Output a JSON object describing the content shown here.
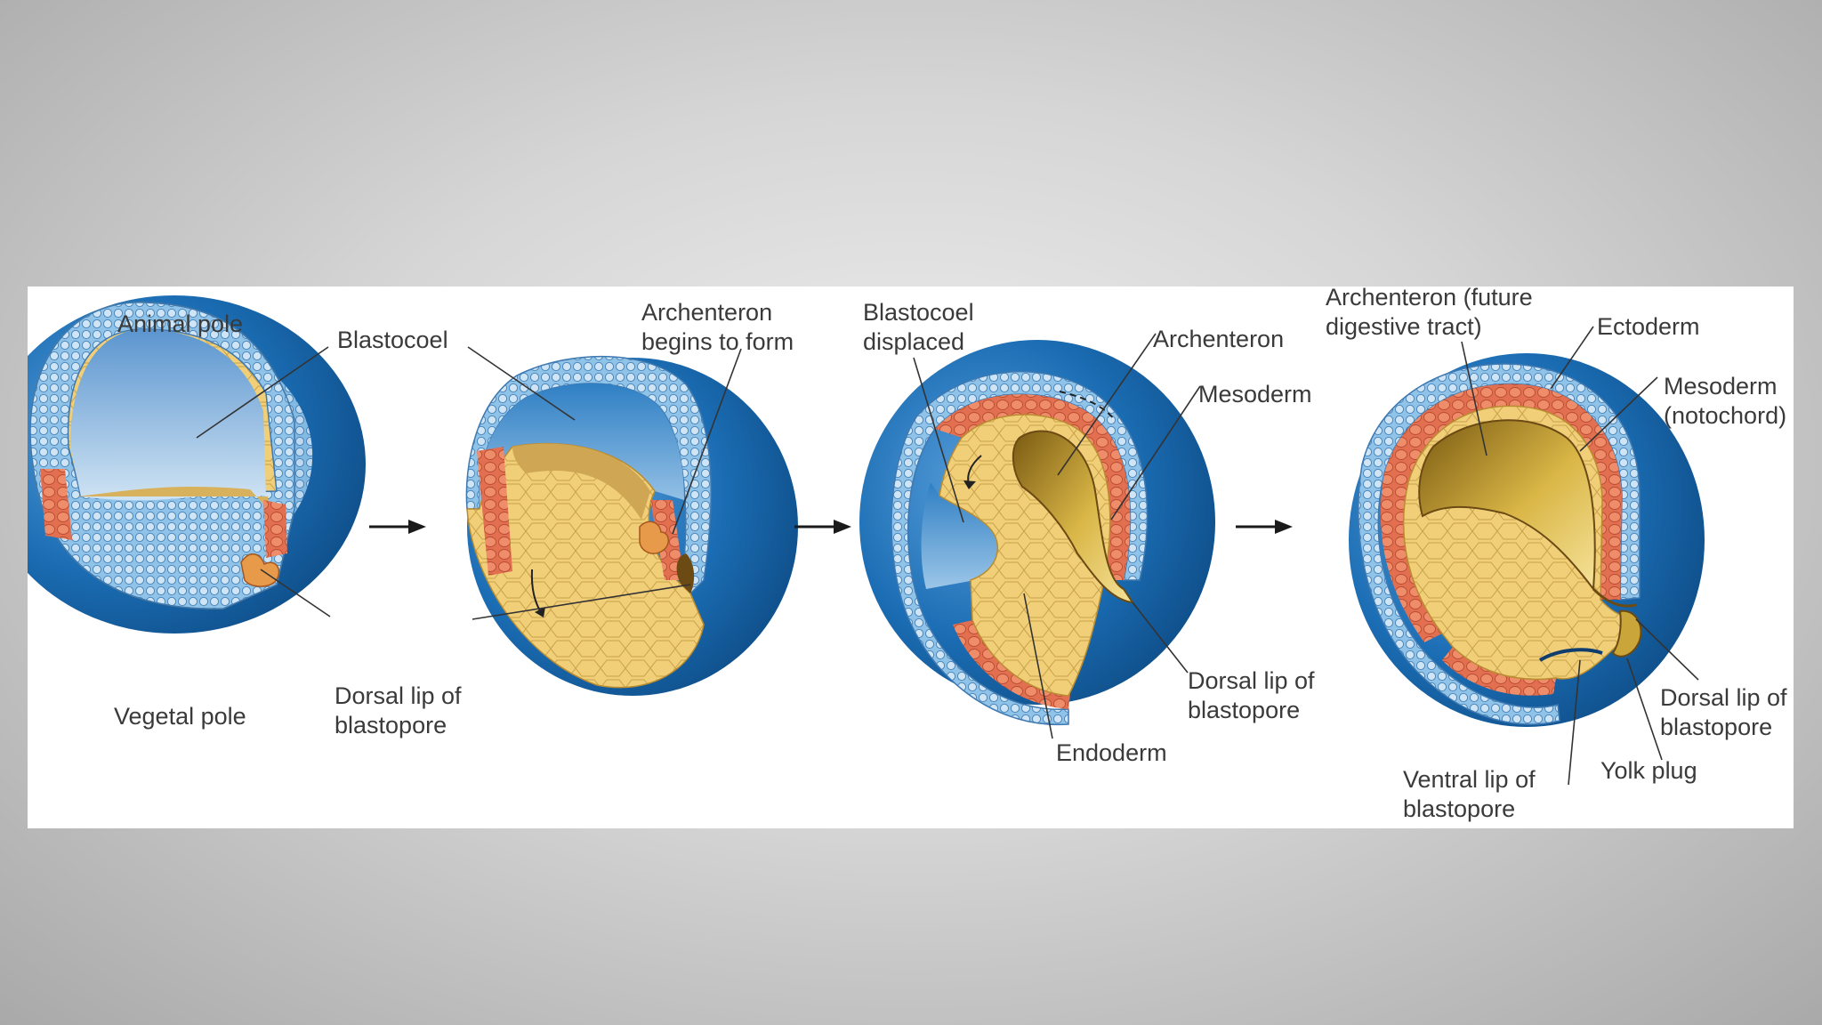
{
  "colors": {
    "embryo_blue": "#1b6db4",
    "ectoderm_blue": "#8fc3e8",
    "mesoderm_orange": "#e26f4f",
    "endoderm_yellow": "#f0cf78",
    "archenteron_gold": "#caa63a",
    "slide_background": "#c8c8c8"
  },
  "stage1": {
    "animal_pole": "Animal pole",
    "blastocoel": "Blastocoel",
    "vegetal_pole": "Vegetal pole",
    "dorsal_lip_1": "Dorsal lip of",
    "dorsal_lip_2": "blastopore"
  },
  "stage2": {
    "archenteron_1": "Archenteron",
    "archenteron_2": "begins to form"
  },
  "stage3": {
    "blastocoel_1": "Blastocoel",
    "blastocoel_2": "displaced",
    "archenteron": "Archenteron",
    "mesoderm": "Mesoderm",
    "dorsal_lip_1": "Dorsal lip of",
    "dorsal_lip_2": "blastopore",
    "endoderm": "Endoderm"
  },
  "stage4": {
    "archenteron_1": "Archenteron (future",
    "archenteron_2": "digestive tract)",
    "ectoderm": "Ectoderm",
    "mesoderm_1": "Mesoderm",
    "mesoderm_2": "(notochord)",
    "dorsal_lip_1": "Dorsal lip of",
    "dorsal_lip_2": "blastopore",
    "ventral_lip_1": "Ventral lip of",
    "ventral_lip_2": "blastopore",
    "yolk_plug": "Yolk plug"
  }
}
